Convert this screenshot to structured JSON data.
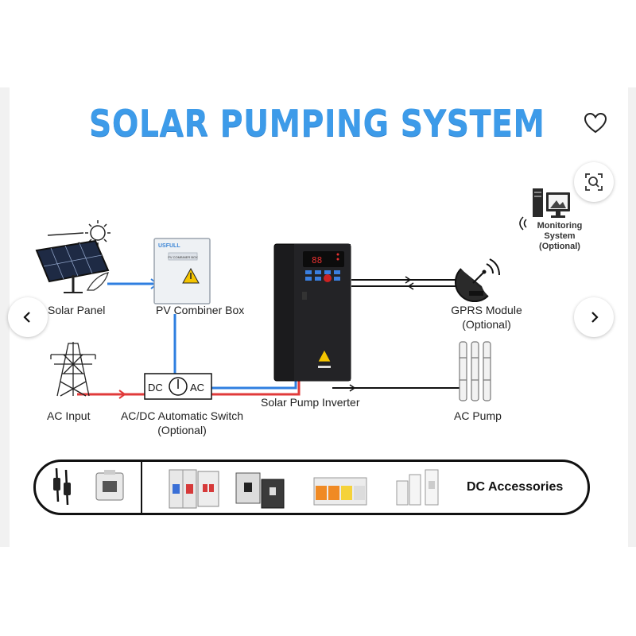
{
  "title": "SOLAR PUMPING SYSTEM",
  "labels": {
    "solar_panel": "Solar Panel",
    "pv_combiner_box": "PV Combiner Box",
    "gprs_module_line1": "GPRS Module",
    "gprs_module_line2": "(Optional)",
    "monitoring_line1": "Monitoring",
    "monitoring_line2": "System",
    "monitoring_line3": "(Optional)",
    "ac_input": "AC Input",
    "switch_line1": "AC/DC Automatic Switch",
    "switch_line2": "(Optional)",
    "solar_pump_inverter": "Solar Pump Inverter",
    "ac_pump": "AC Pump"
  },
  "combiner_box": {
    "brand": "USFULL",
    "plate_text": "PV COMBINER BOX"
  },
  "switch_box": {
    "left_text": "DC",
    "right_text": "AC"
  },
  "accessories": {
    "label": "DC Accessories"
  },
  "colors": {
    "title": "#3d9be9",
    "dc_line": "#2f7fe0",
    "ac_line": "#e03a3a",
    "signal_line": "#111111"
  },
  "icons": {
    "favorite": "heart-icon",
    "zoom": "zoom-search-icon",
    "prev": "chevron-left-icon",
    "next": "chevron-right-icon"
  }
}
